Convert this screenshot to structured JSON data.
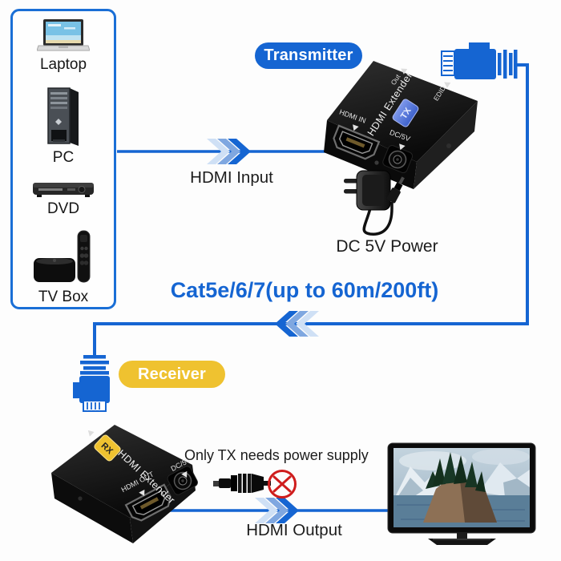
{
  "colors": {
    "accent_blue": "#1565d2",
    "accent_yellow": "#efc230",
    "line_blue": "#1565d2",
    "error_red": "#cf1d1d",
    "device_black": "#141414"
  },
  "sources": {
    "items": [
      {
        "label": "Laptop",
        "icon": "laptop-icon"
      },
      {
        "label": "PC",
        "icon": "pc-tower-icon"
      },
      {
        "label": "DVD",
        "icon": "dvd-player-icon"
      },
      {
        "label": "TV Box",
        "icon": "tv-box-icon"
      }
    ]
  },
  "transmitter": {
    "badge": "Transmitter",
    "device_name": "HDMI Extender",
    "unit_label": "TX",
    "ports": {
      "hdmi_in": "HDMI IN",
      "dc": "DC/5V",
      "out": "Out",
      "edid": "EDID"
    }
  },
  "receiver": {
    "badge": "Receiver",
    "device_name": "HDMI Extender",
    "unit_label": "RX",
    "ports": {
      "hdmi_out": "HDMI OUT",
      "dc": "DC/5V"
    }
  },
  "annotations": {
    "hdmi_input": "HDMI Input",
    "dc_power": "DC 5V Power",
    "cable_spec": "Cat5e/6/7(up to 60m/200ft)",
    "power_note": "Only TX needs power supply",
    "hdmi_output": "HDMI Output"
  }
}
